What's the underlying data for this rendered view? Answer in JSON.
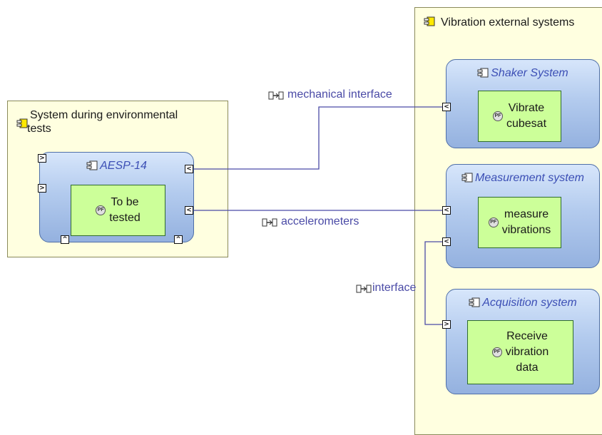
{
  "environments": {
    "left": {
      "title_line1": "System during environmental",
      "title_line2": "tests"
    },
    "right": {
      "title": "Vibration external systems"
    }
  },
  "components": {
    "aesp": {
      "title": "AESP-14",
      "function": {
        "line1": "To be",
        "line2": "tested"
      }
    },
    "shaker": {
      "title": "Shaker System",
      "function": {
        "line1": "Vibrate",
        "line2": "cubesat"
      }
    },
    "measurement": {
      "title": "Measurement system",
      "function": {
        "line1": "measure",
        "line2": "vibrations"
      }
    },
    "acquisition": {
      "title": "Acquisition system",
      "function": {
        "line1": "Receive",
        "line2": "vibration",
        "line3": "data"
      }
    }
  },
  "exchanges": {
    "mechanical": "mechanical interface",
    "accelerometers": "accelerometers",
    "interface": "interface"
  },
  "function_icon": "PF",
  "colors": {
    "environment_fill": "#ffffe0",
    "component_fill": "#b3cbee",
    "function_fill": "#ccff99",
    "wire": "#4a4aa6",
    "title_text": "#3c4fb5"
  }
}
